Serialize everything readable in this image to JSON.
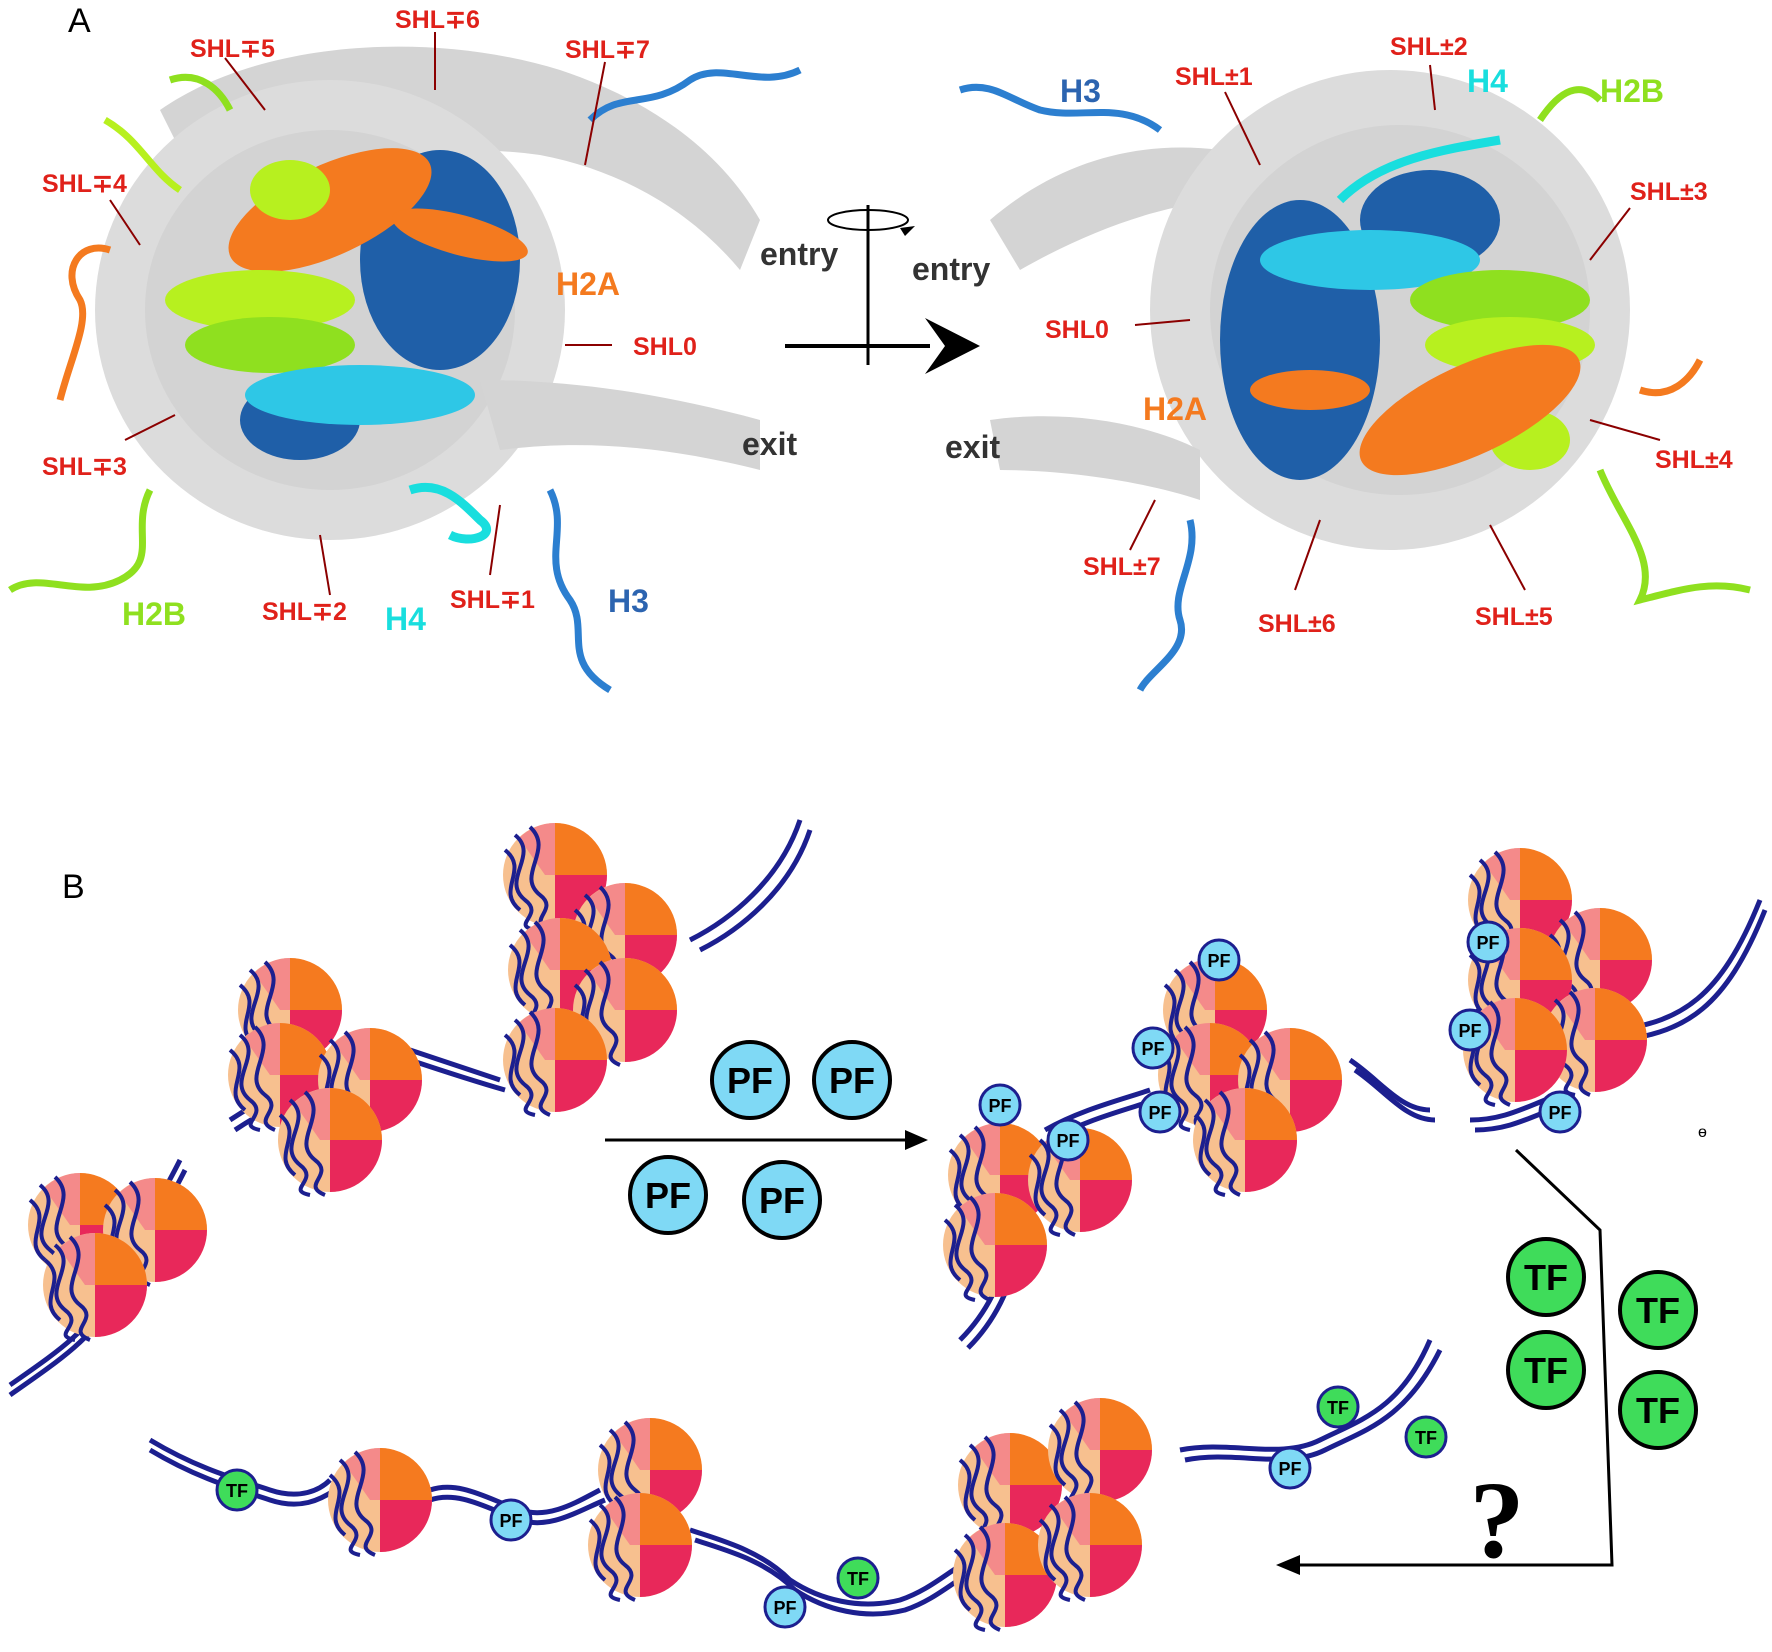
{
  "panels": {
    "a": "A",
    "b": "B"
  },
  "colors": {
    "shl_red": "#e0211a",
    "h3": "#2c64b0",
    "h4": "#19dede",
    "h2a": "#f47a1f",
    "h2b": "#8fe01f",
    "dna_surface": "#cfcfcf",
    "dna_strand": "#1c1f8f",
    "pf_fill": "#7fd9f5",
    "tf_fill": "#3fdc5a",
    "nucleosome": [
      "#f7c08f",
      "#f48a8a",
      "#f57a1f",
      "#e8285a"
    ]
  },
  "left_view": {
    "shl": [
      "SHL∓5",
      "SHL∓6",
      "SHL∓7",
      "SHL∓4",
      "SHL0",
      "SHL∓3",
      "SHL∓2",
      "SHL∓1"
    ],
    "entry": "entry",
    "exit": "exit",
    "h2a": "H2A",
    "h2b": "H2B",
    "h4": "H4",
    "h3": "H3"
  },
  "right_view": {
    "shl": [
      "SHL±1",
      "SHL±2",
      "SHL±3",
      "SHL0",
      "SHL±4",
      "SHL±7",
      "SHL±6",
      "SHL±5"
    ],
    "entry": "entry",
    "exit": "exit",
    "h3": "H3",
    "h4": "H4",
    "h2b": "H2B",
    "h2a": "H2A"
  },
  "panel_b": {
    "pf": "PF",
    "tf": "TF",
    "question": "?",
    "stray": "ɵ"
  }
}
